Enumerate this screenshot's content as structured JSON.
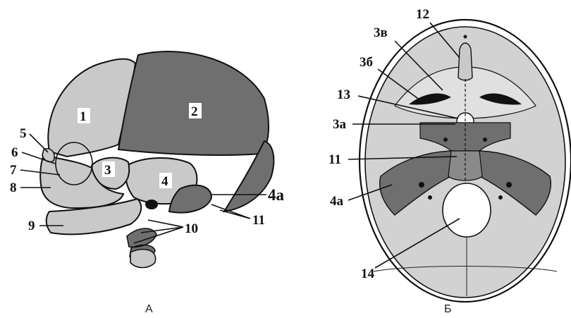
{
  "figure": {
    "panel_a": {
      "caption": "А",
      "labels": {
        "l1": "1",
        "l2": "2",
        "l3": "3",
        "l4": "4",
        "l4a": "4а",
        "l5": "5",
        "l6": "6",
        "l7": "7",
        "l8": "8",
        "l9": "9",
        "l10": "10",
        "l11": "11"
      }
    },
    "panel_b": {
      "caption": "Б",
      "labels": {
        "l12": "12",
        "l3v": "3в",
        "l3b": "3б",
        "l13": "13",
        "l3a": "3а",
        "l11": "11",
        "l4a": "4а",
        "l14": "14"
      }
    },
    "colors": {
      "light_bone": "#c9c9c9",
      "dark_bone": "#6f6f6f",
      "outline": "#111111",
      "background": "#ffffff"
    }
  }
}
